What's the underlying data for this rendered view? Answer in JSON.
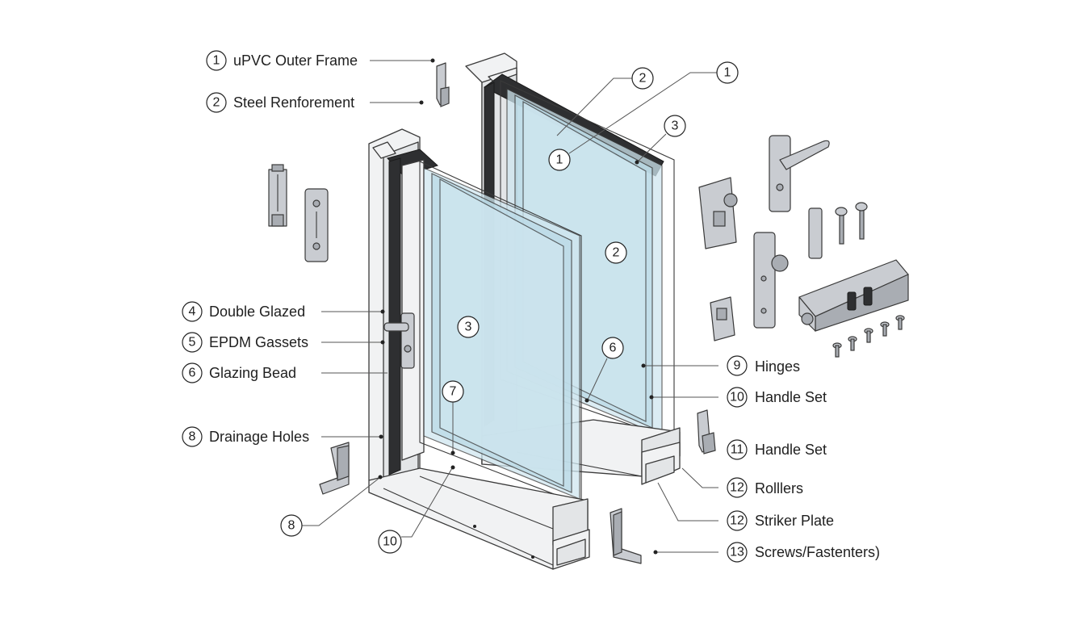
{
  "labels_left": [
    {
      "num": "1",
      "text": "uPVC Outer Frame"
    },
    {
      "num": "2",
      "text": "Steel Renforement"
    },
    {
      "num": "4",
      "text": "Double Glazed"
    },
    {
      "num": "5",
      "text": "EPDM Gassets"
    },
    {
      "num": "6",
      "text": "Glazing Bead"
    },
    {
      "num": "8",
      "text": "Drainage Holes"
    }
  ],
  "labels_right": [
    {
      "num": "9",
      "text": "Hinges"
    },
    {
      "num": "10",
      "text": "Handle Set"
    },
    {
      "num": "11",
      "text": "Handle Set"
    },
    {
      "num": "12",
      "text": "Rolllers"
    },
    {
      "num": "12",
      "text": "Striker Plate"
    },
    {
      "num": "13",
      "text": "Screws/Fastenters)"
    }
  ],
  "callouts": {
    "c1_top": "1",
    "c2_top": "2",
    "c3_top": "3",
    "c1_inner": "1",
    "c2_inner": "2",
    "c3_inner": "3",
    "c6_inner": "6",
    "c7_inner": "7",
    "c8_bottom": "8",
    "c10_bottom": "10"
  }
}
